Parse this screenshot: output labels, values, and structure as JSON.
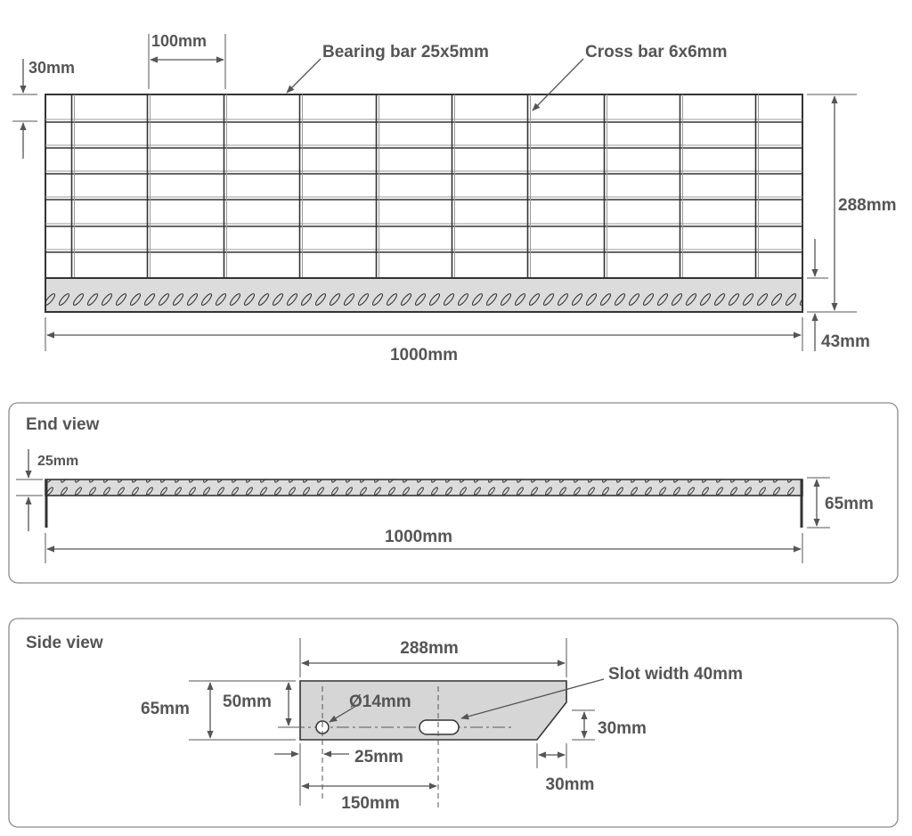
{
  "top_view": {
    "bearing_bar_label": "Bearing bar 25x5mm",
    "cross_bar_label": "Cross bar 6x6mm",
    "dim_spacing": "100mm",
    "dim_bar_pitch": "30mm",
    "dim_height": "288mm",
    "dim_nosing": "43mm",
    "dim_width": "1000mm"
  },
  "end_view": {
    "title": "End view",
    "dim_thickness": "25mm",
    "dim_height": "65mm",
    "dim_width": "1000mm"
  },
  "side_view": {
    "title": "Side view",
    "dim_length": "288mm",
    "slot_label": "Slot width 40mm",
    "dim_height": "65mm",
    "dim_hole_height": "50mm",
    "hole_label": "Ø14mm",
    "dim_hole_offset": "25mm",
    "dim_slot_offset": "150mm",
    "dim_chamfer_h": "30mm",
    "dim_chamfer_w": "30mm"
  },
  "colors": {
    "line": "#333333",
    "text": "#555555",
    "tread_fill": "#dcdcdc",
    "plate_fill": "#d6d6d6"
  }
}
